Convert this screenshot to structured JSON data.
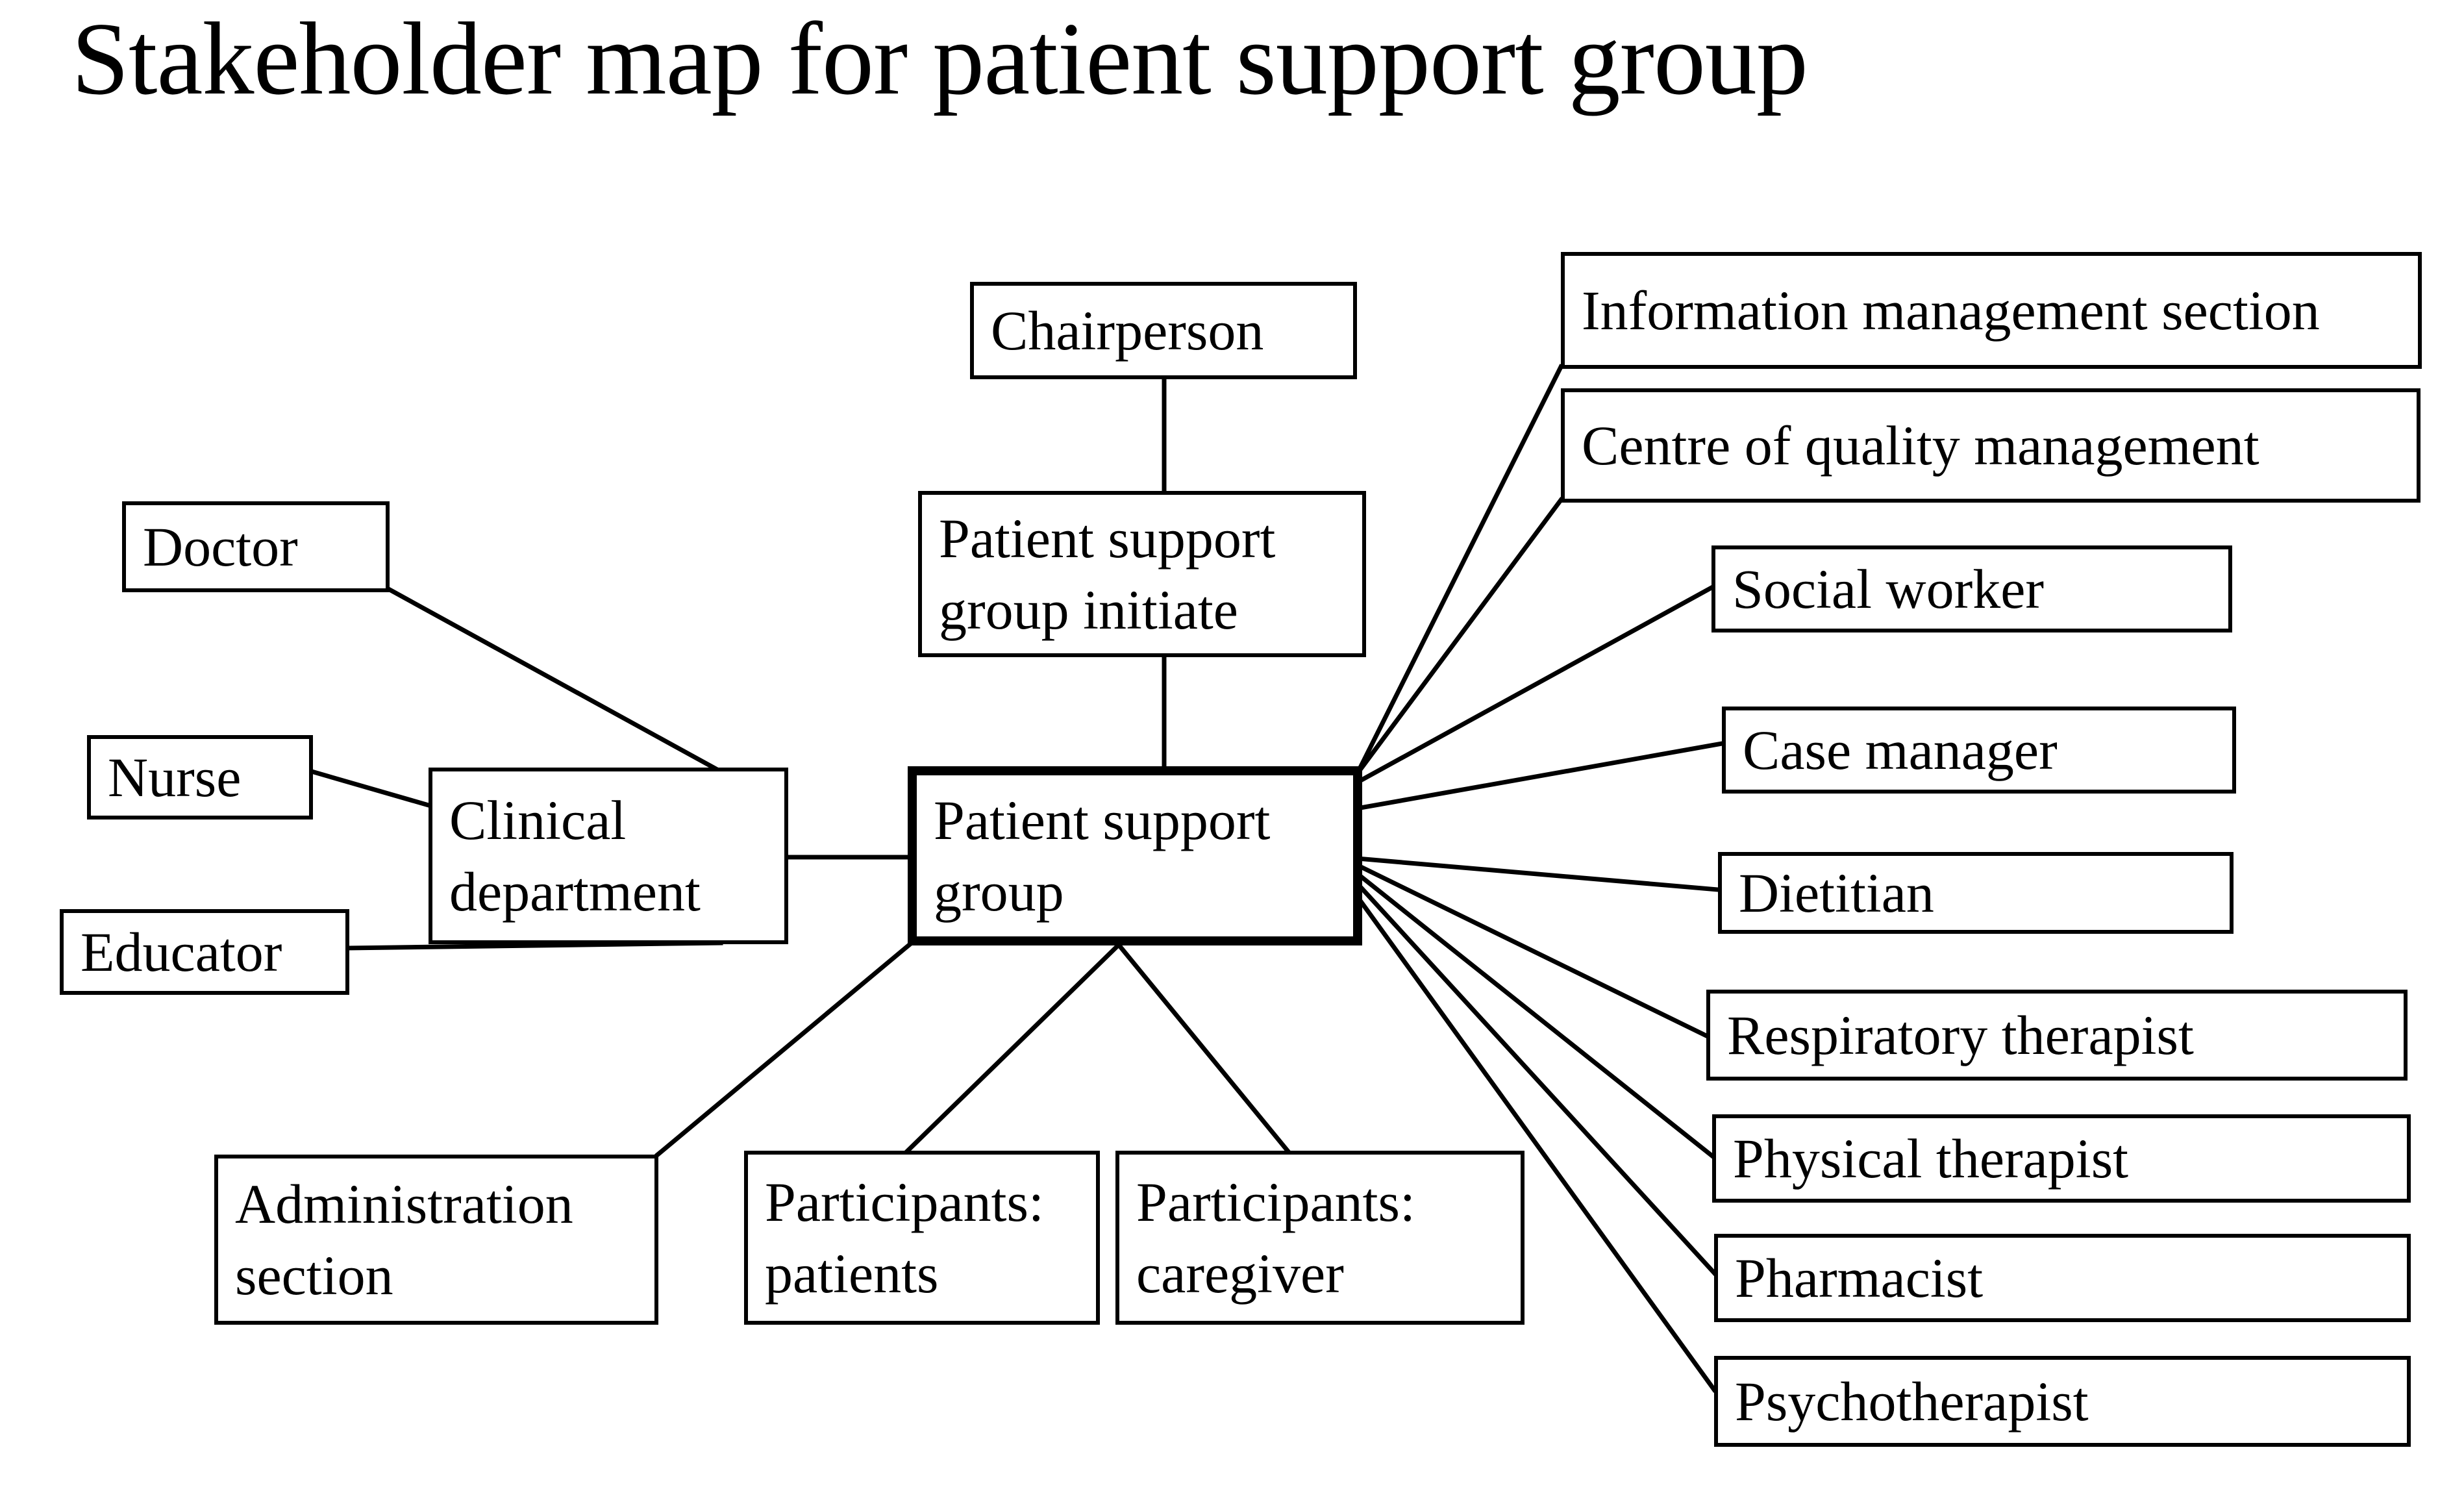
{
  "title": "Stakeholder map for patient support group",
  "colors": {
    "background": "#ffffff",
    "stroke": "#000000",
    "text": "#000000"
  },
  "diagram": {
    "type": "stakeholder-map",
    "central_node": {
      "id": "patient-support-group",
      "label": "Patient support\ngroup",
      "emphasis": "thick-border"
    },
    "nodes": [
      {
        "id": "chairperson",
        "label": "Chairperson",
        "group": "top"
      },
      {
        "id": "patient-support-group-initiate",
        "label": "Patient support\ngroup initiate",
        "group": "top"
      },
      {
        "id": "doctor",
        "label": "Doctor",
        "group": "left"
      },
      {
        "id": "nurse",
        "label": "Nurse",
        "group": "left"
      },
      {
        "id": "educator",
        "label": "Educator",
        "group": "left"
      },
      {
        "id": "clinical-department",
        "label": "Clinical\ndepartment",
        "group": "left"
      },
      {
        "id": "information-management-section",
        "label": "Information management section",
        "group": "right"
      },
      {
        "id": "centre-of-quality-management",
        "label": "Centre of quality management",
        "group": "right"
      },
      {
        "id": "social-worker",
        "label": "Social worker",
        "group": "right"
      },
      {
        "id": "case-manager",
        "label": "Case manager",
        "group": "right"
      },
      {
        "id": "dietitian",
        "label": "Dietitian",
        "group": "right"
      },
      {
        "id": "respiratory-therapist",
        "label": "Respiratory therapist",
        "group": "right"
      },
      {
        "id": "physical-therapist",
        "label": "Physical therapist",
        "group": "right"
      },
      {
        "id": "pharmacist",
        "label": "Pharmacist",
        "group": "right"
      },
      {
        "id": "psychotherapist",
        "label": "Psychotherapist",
        "group": "right"
      },
      {
        "id": "administration-section",
        "label": "Administration\nsection",
        "group": "bottom"
      },
      {
        "id": "participants-patients",
        "label": "Participants:\npatients",
        "group": "bottom"
      },
      {
        "id": "participants-caregiver",
        "label": "Participants:\ncaregiver",
        "group": "bottom"
      }
    ],
    "edges": [
      {
        "from": "chairperson",
        "to": "patient-support-group-initiate"
      },
      {
        "from": "patient-support-group-initiate",
        "to": "patient-support-group"
      },
      {
        "from": "doctor",
        "to": "clinical-department"
      },
      {
        "from": "nurse",
        "to": "clinical-department"
      },
      {
        "from": "educator",
        "to": "clinical-department"
      },
      {
        "from": "clinical-department",
        "to": "patient-support-group"
      },
      {
        "from": "patient-support-group",
        "to": "information-management-section"
      },
      {
        "from": "patient-support-group",
        "to": "centre-of-quality-management"
      },
      {
        "from": "patient-support-group",
        "to": "social-worker"
      },
      {
        "from": "patient-support-group",
        "to": "case-manager"
      },
      {
        "from": "patient-support-group",
        "to": "dietitian"
      },
      {
        "from": "patient-support-group",
        "to": "respiratory-therapist"
      },
      {
        "from": "patient-support-group",
        "to": "physical-therapist"
      },
      {
        "from": "patient-support-group",
        "to": "pharmacist"
      },
      {
        "from": "patient-support-group",
        "to": "psychotherapist"
      },
      {
        "from": "patient-support-group",
        "to": "administration-section"
      },
      {
        "from": "patient-support-group",
        "to": "participants-patients"
      },
      {
        "from": "patient-support-group",
        "to": "participants-caregiver"
      }
    ]
  }
}
